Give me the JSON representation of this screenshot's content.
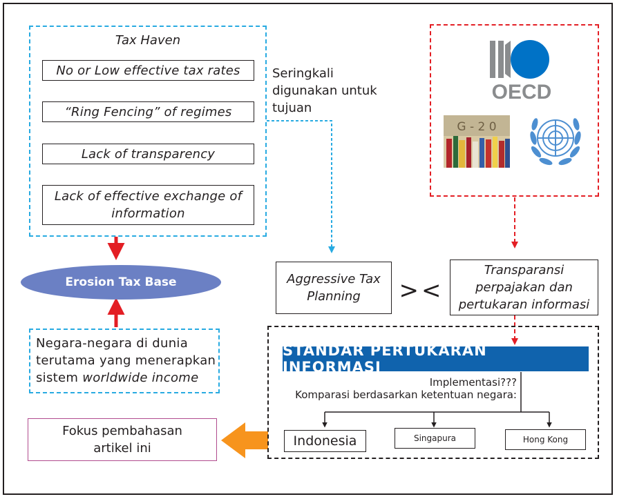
{
  "tax_haven": {
    "title": "Tax Haven",
    "items": [
      "No or Low effective tax rates",
      "“Ring Fencing” of regimes",
      "Lack of transparency",
      "Lack of effective exchange of information"
    ]
  },
  "side_note": [
    "Seringkali",
    "digunakan untuk",
    "tujuan"
  ],
  "erosion_label": "Erosion Tax Base",
  "negara": {
    "line1": "Negara-negara di dunia",
    "line2": "terutama yang menerapkan",
    "line3_prefix": "sistem ",
    "line3_italic": "worldwide income"
  },
  "logos": {
    "oecd_text": "OECD",
    "g20_text": "G - 2 0"
  },
  "aggressive_label": "Aggressive Tax Planning",
  "vs_symbol": "><",
  "transparansi_label": "Transparansi perpajakan dan pertukaran informasi",
  "standar": {
    "banner": "STANDAR PERTUKARAN INFORMASI",
    "implementasi": "Implementasi???",
    "komparasi": "Komparasi berdasarkan ketentuan negara:",
    "countries": [
      "Indonesia",
      "Singapura",
      "Hong Kong"
    ]
  },
  "fokus_label": "Fokus pembahasan artikel ini",
  "colors": {
    "cyan": "#27aae1",
    "red": "#e31e24",
    "blue_banner": "#1063ad",
    "erosion_fill": "#6b80c4",
    "orange_arrow": "#f7941d",
    "oecd_blue": "#0072c6",
    "un_blue": "#4d8fd1"
  }
}
